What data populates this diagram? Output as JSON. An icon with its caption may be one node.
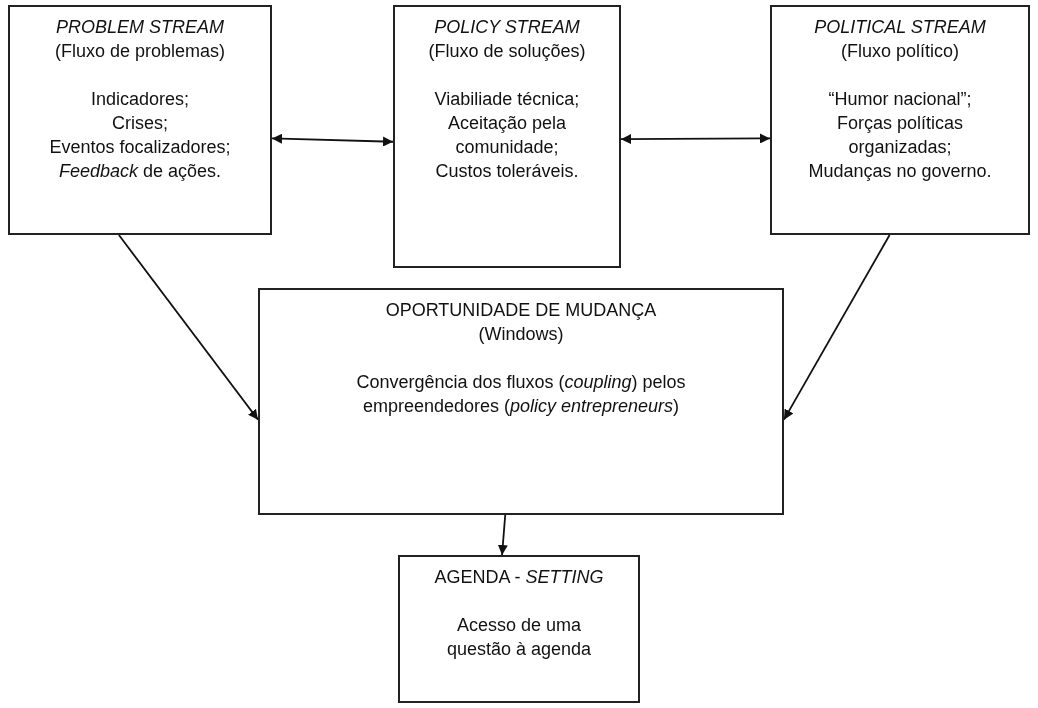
{
  "diagram": {
    "nodes": [
      {
        "text": [
          "PROBLEM STREAM",
          "(Fluxo de problemas)",
          "Indicadores;",
          "Crises;",
          "Eventos focalizadores;",
          "*Feedback* de ações."
        ]
      },
      {
        "text": [
          "POLICY STREAM",
          "(Fluxo de soluções)",
          "Viabiliade técnica;",
          "Aceitação pela comunidade;",
          "Custos toleráveis."
        ]
      },
      {
        "text": [
          "POLITICAL STREAM",
          "(Fluxo político)",
          "“Humor nacional”;",
          "Forças políticas organizadas;",
          "Mudanças no governo."
        ]
      },
      {
        "text": [
          "OPORTUNIDADE DE MUDANÇA",
          "(Windows)",
          "Convergência dos fluxos (*coupling*) pelos empreendedores (*policy entrepreneurs*)"
        ]
      },
      {
        "text": [
          "AGENDA - *SETTING*",
          "Acesso de uma questão à agenda"
        ]
      }
    ],
    "edges": [
      {
        "from": 0,
        "to": 1,
        "arrow": "both"
      },
      {
        "from": 1,
        "to": 2,
        "arrow": "both"
      },
      {
        "from": 0,
        "to": 3,
        "arrow": "to"
      },
      {
        "from": 2,
        "to": 3,
        "arrow": "to"
      },
      {
        "from": 3,
        "to": 4,
        "arrow": "to"
      }
    ]
  }
}
